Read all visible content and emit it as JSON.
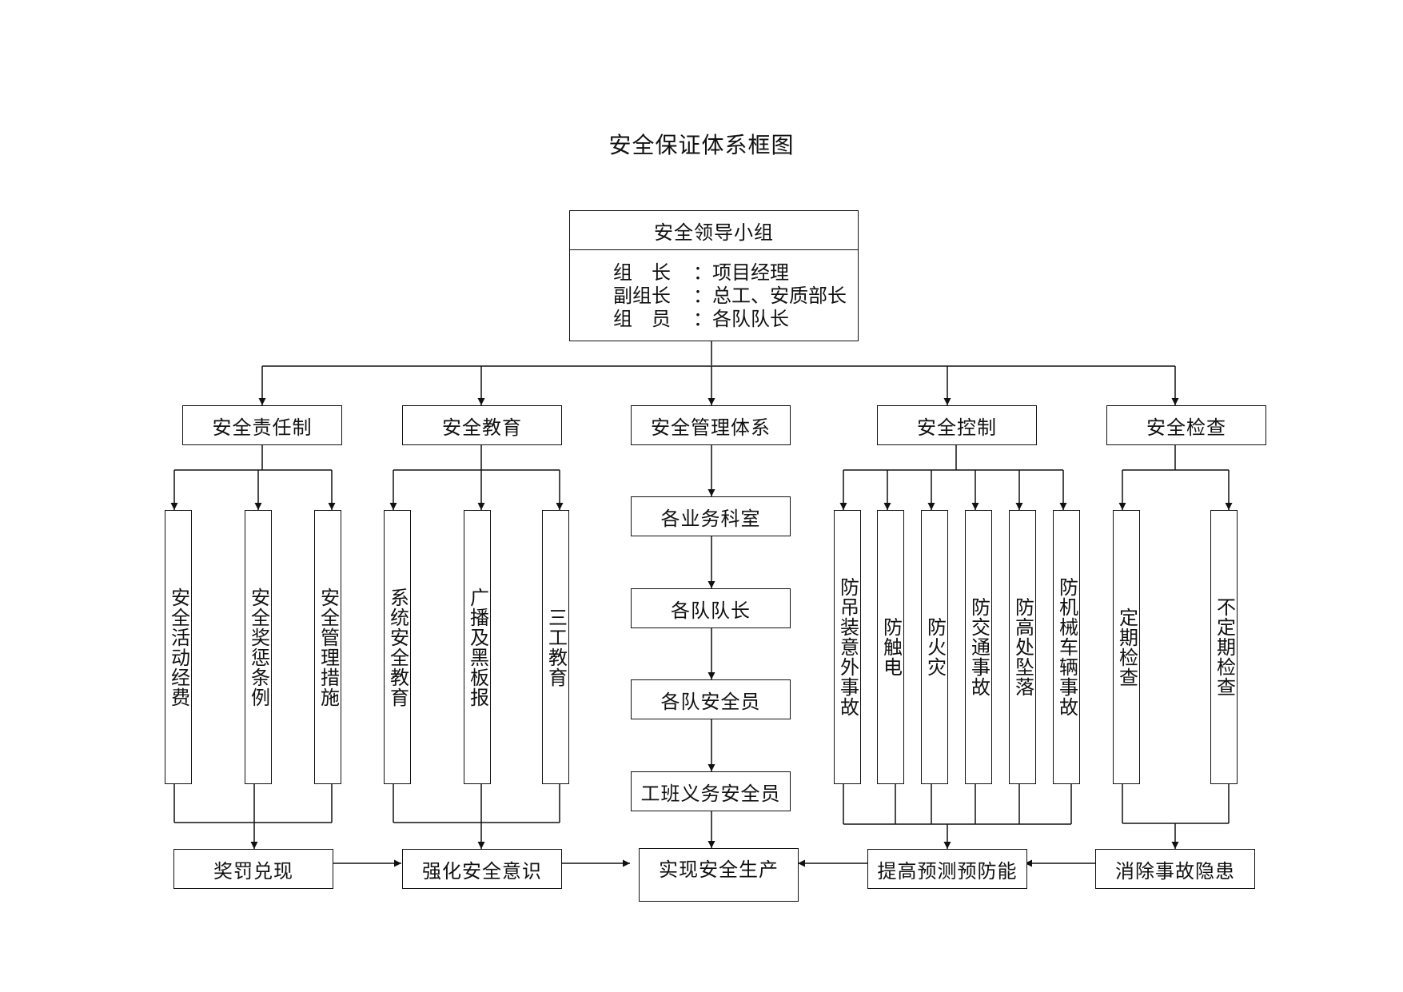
{
  "title": "安全保证体系框图",
  "leader": {
    "title": "安全领导小组",
    "rows": [
      {
        "role": "组　长",
        "sep": "：",
        "value": "项目经理"
      },
      {
        "role": "副组长",
        "sep": "：",
        "value": "总工、安质部长"
      },
      {
        "role": "组　员",
        "sep": "：",
        "value": "各队队长"
      }
    ]
  },
  "branches": {
    "responsibility": {
      "label": "安全责任制",
      "children": [
        "安全活动经费",
        "安全奖惩条例",
        "安全管理措施"
      ],
      "result": "奖罚兑现"
    },
    "education": {
      "label": "安全教育",
      "children": [
        "系统安全教育",
        "广播及黑板报",
        "三工教育"
      ],
      "result": "强化安全意识"
    },
    "management": {
      "label": "安全管理体系",
      "chain": [
        "各业务科室",
        "各队队长",
        "各队安全员",
        "工班义务安全员"
      ],
      "result": "实现安全生产"
    },
    "control": {
      "label": "安全控制",
      "children": [
        "防吊装意外事故",
        "防触电",
        "防火灾",
        "防交通事故",
        "防高处坠落",
        "防机械车辆事故"
      ],
      "result": "提高预测预防能"
    },
    "inspection": {
      "label": "安全检查",
      "children": [
        "定期检查",
        "不定期检查"
      ],
      "result": "消除事故隐患"
    }
  },
  "colors": {
    "line": "#111111",
    "background": "#ffffff"
  }
}
